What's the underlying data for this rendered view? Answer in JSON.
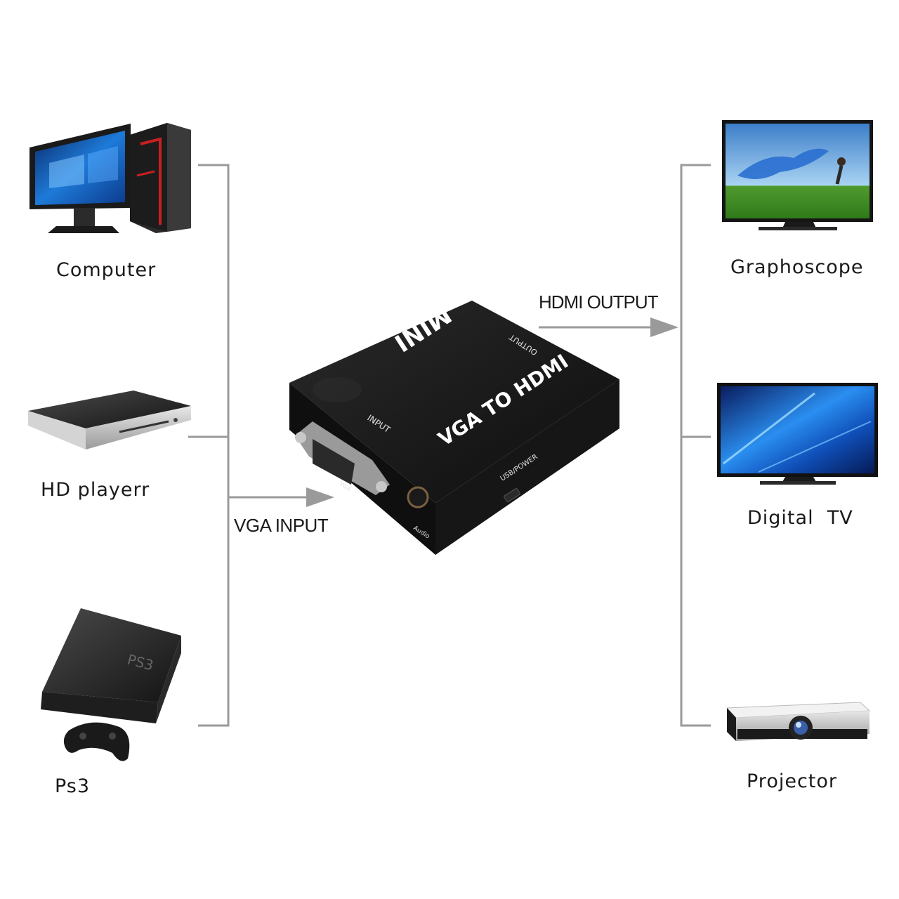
{
  "inputs": [
    {
      "label": "Computer",
      "icon": "desktop-computer-icon"
    },
    {
      "label": "HD playerr",
      "icon": "hd-player-icon"
    },
    {
      "label": "Ps3",
      "icon": "ps3-console-icon"
    }
  ],
  "outputs": [
    {
      "label": "Graphoscope",
      "icon": "monitor-icon"
    },
    {
      "label": "Digital  TV",
      "icon": "digital-tv-icon"
    },
    {
      "label": "Projector",
      "icon": "projector-icon"
    }
  ],
  "flow": {
    "input_label": "VGA INPUT",
    "output_label": "HDMI OUTPUT"
  },
  "adapter": {
    "brand": "MINI",
    "title": "VGA TO HDMI",
    "input_port": "INPUT",
    "output_port": "OUTPUT",
    "power_port": "USB/POWER",
    "vga_port": "VGA",
    "audio_port": "Audio"
  },
  "colors": {
    "connector_line": "#9a9a9a",
    "adapter_body": "#151515",
    "text": "#1a1a1a"
  }
}
